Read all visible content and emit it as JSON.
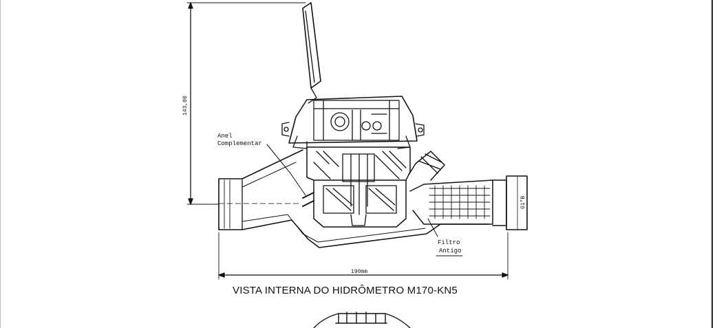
{
  "diagram": {
    "caption": "VISTA INTERNA DO HIDRÔMETRO  M170-KN5",
    "labels": {
      "anel_line1": "Anel",
      "anel_line2": "Complementar",
      "filtro_line1": "Filtro",
      "filtro_line2": "Antigo"
    },
    "dimensions": {
      "height": "143,00",
      "length": "190mm",
      "thread": "G1\"B"
    }
  }
}
